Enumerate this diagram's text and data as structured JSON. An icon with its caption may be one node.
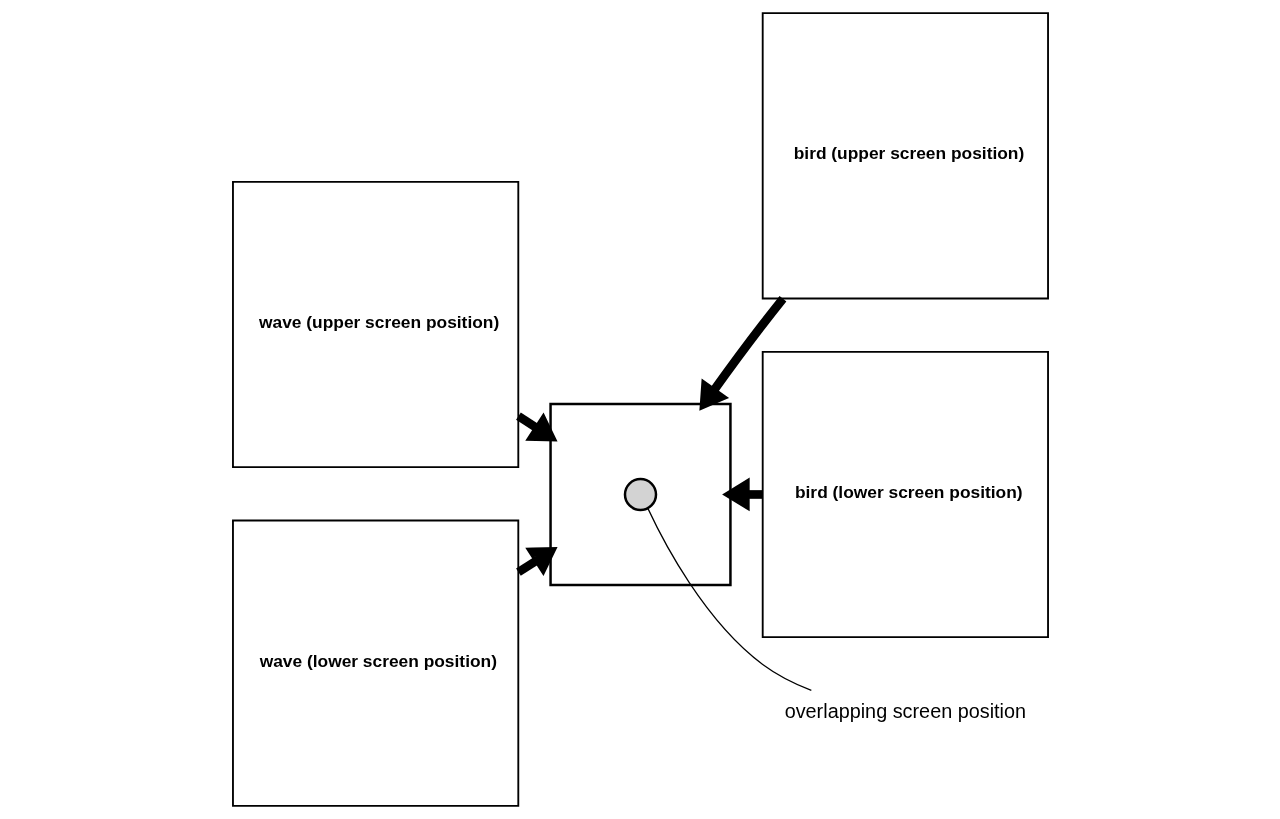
{
  "diagram": {
    "nodes": [
      {
        "text": [
          "wave (upper screen position)"
        ]
      },
      {
        "text": [
          "bird (upper screen position)"
        ]
      },
      {
        "text": [],
        "shape": "box"
      },
      {
        "text": [],
        "shape": "circle",
        "in": 2
      },
      {
        "text": [
          "wave (lower screen position)"
        ]
      },
      {
        "text": [
          "bird (lower screen position)"
        ]
      },
      {
        "text": [
          "overlapping screen position"
        ]
      }
    ],
    "edges": [
      {
        "from": 0,
        "to": 2,
        "arrow": "to"
      },
      {
        "from": 1,
        "to": 2,
        "arrow": "to"
      },
      {
        "from": 4,
        "to": 2,
        "arrow": "to"
      },
      {
        "from": 5,
        "to": 2,
        "arrow": "to"
      },
      {
        "from": 6,
        "to": 3,
        "arrow": "none"
      }
    ]
  }
}
